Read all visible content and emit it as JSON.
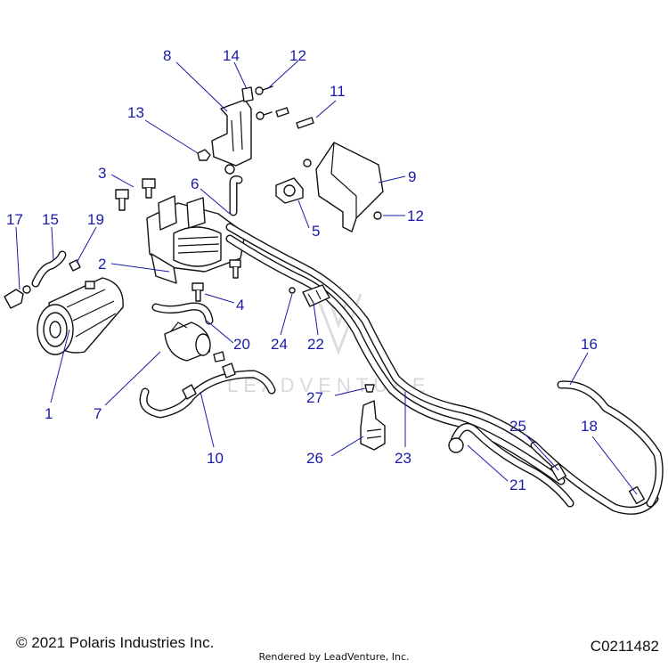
{
  "callouts": [
    {
      "id": "c1",
      "label": "1"
    },
    {
      "id": "c2",
      "label": "2"
    },
    {
      "id": "c3",
      "label": "3"
    },
    {
      "id": "c4",
      "label": "4"
    },
    {
      "id": "c5",
      "label": "5"
    },
    {
      "id": "c6",
      "label": "6"
    },
    {
      "id": "c7",
      "label": "7"
    },
    {
      "id": "c8",
      "label": "8"
    },
    {
      "id": "c9",
      "label": "9"
    },
    {
      "id": "c10",
      "label": "10"
    },
    {
      "id": "c11",
      "label": "11"
    },
    {
      "id": "c12a",
      "label": "12"
    },
    {
      "id": "c12b",
      "label": "12"
    },
    {
      "id": "c13",
      "label": "13"
    },
    {
      "id": "c14",
      "label": "14"
    },
    {
      "id": "c15",
      "label": "15"
    },
    {
      "id": "c16",
      "label": "16"
    },
    {
      "id": "c17",
      "label": "17"
    },
    {
      "id": "c18",
      "label": "18"
    },
    {
      "id": "c19",
      "label": "19"
    },
    {
      "id": "c20",
      "label": "20"
    },
    {
      "id": "c21",
      "label": "21"
    },
    {
      "id": "c22",
      "label": "22"
    },
    {
      "id": "c23",
      "label": "23"
    },
    {
      "id": "c24",
      "label": "24"
    },
    {
      "id": "c25",
      "label": "25"
    },
    {
      "id": "c26",
      "label": "26"
    },
    {
      "id": "c27",
      "label": "27"
    }
  ],
  "watermark": "LEADVENTURE",
  "footer": {
    "copyright": "© 2021 Polaris Industries Inc.",
    "rendered_by": "Rendered by LeadVenture, Inc.",
    "diagram_code": "C0211482"
  },
  "colors": {
    "callout": "#1a1aa8",
    "line_art": "#111111",
    "watermark": "#d9d9d9"
  }
}
